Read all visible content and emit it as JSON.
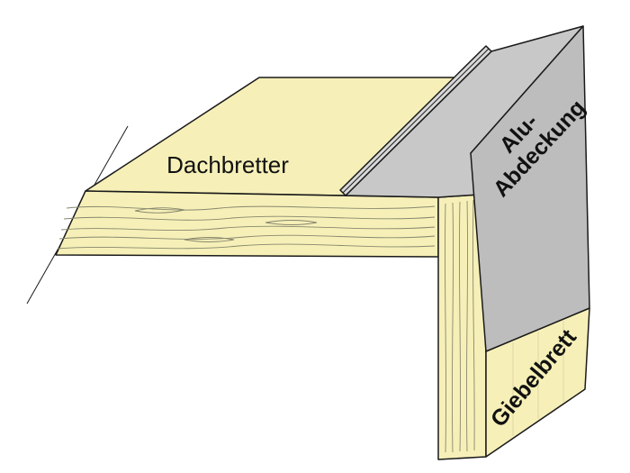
{
  "diagram": {
    "labels": {
      "roof_boards": "Dachbretter",
      "alu_cover_line1": "Alu-",
      "alu_cover_line2": "Abdeckung",
      "gable_board": "Giebelbrett"
    },
    "colors": {
      "background": "#ffffff",
      "wood": "#f6f0b8",
      "alu_sheet": "#c8c8c8",
      "alu_face": "#bdbdbd",
      "alu_lip": "#d8d8d8",
      "outline": "#1a1a1a",
      "grain": "#87876e"
    }
  }
}
